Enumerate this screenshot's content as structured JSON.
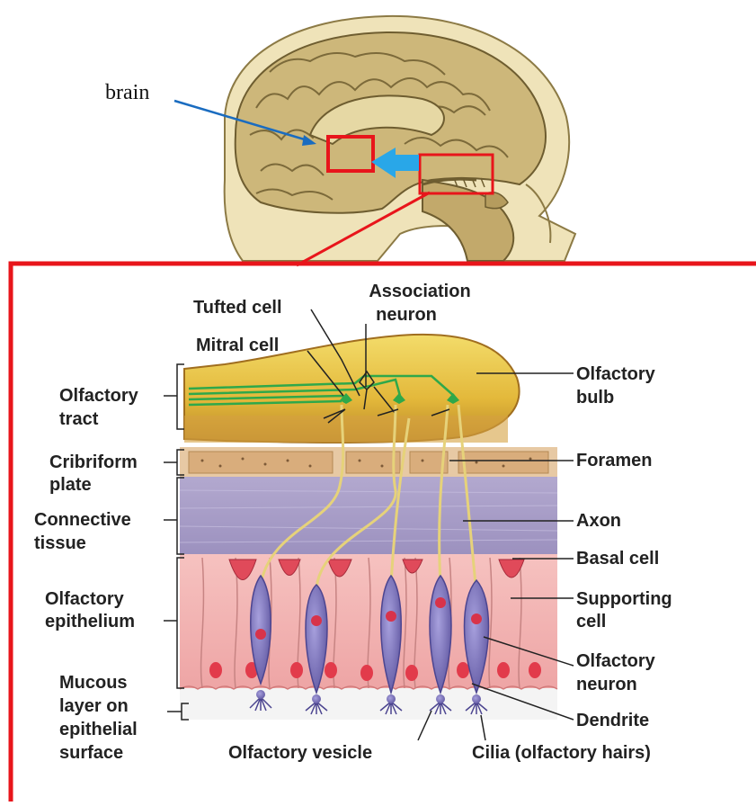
{
  "brain_label": "brain",
  "labels": {
    "tufted_cell": "Tufted cell",
    "association_neuron_1": "Association",
    "association_neuron_2": "neuron",
    "mitral_cell": "Mitral cell",
    "olfactory_tract_1": "Olfactory",
    "olfactory_tract_2": "tract",
    "cribriform_plate_1": "Cribriform",
    "cribriform_plate_2": "plate",
    "connective_tissue_1": "Connective",
    "connective_tissue_2": "tissue",
    "olfactory_epithelium_1": "Olfactory",
    "olfactory_epithelium_2": "epithelium",
    "mucous_layer_1": "Mucous",
    "mucous_layer_2": "layer on",
    "mucous_layer_3": "epithelial",
    "mucous_layer_4": "surface",
    "olfactory_bulb_1": "Olfactory",
    "olfactory_bulb_2": "bulb",
    "foramen": "Foramen",
    "axon": "Axon",
    "basal_cell": "Basal cell",
    "supporting_cell_1": "Supporting",
    "supporting_cell_2": "cell",
    "olfactory_neuron_1": "Olfactory",
    "olfactory_neuron_2": "neuron",
    "dendrite": "Dendrite",
    "olfactory_vesicle": "Olfactory vesicle",
    "cilia": "Cilia (olfactory hairs)"
  },
  "colors": {
    "highlight_red": "#e8151b",
    "arrow_blue": "#29a7e8",
    "brain_tan": "#c9b57a",
    "bulb_yellow": "#e9c23a",
    "connective_purple": "#a99ec6",
    "epithelium_pink": "#f2b4b4",
    "neuron_purple": "#7d74b8",
    "axon_yellow": "#e6d27a",
    "mitral_green": "#2fa84a"
  }
}
